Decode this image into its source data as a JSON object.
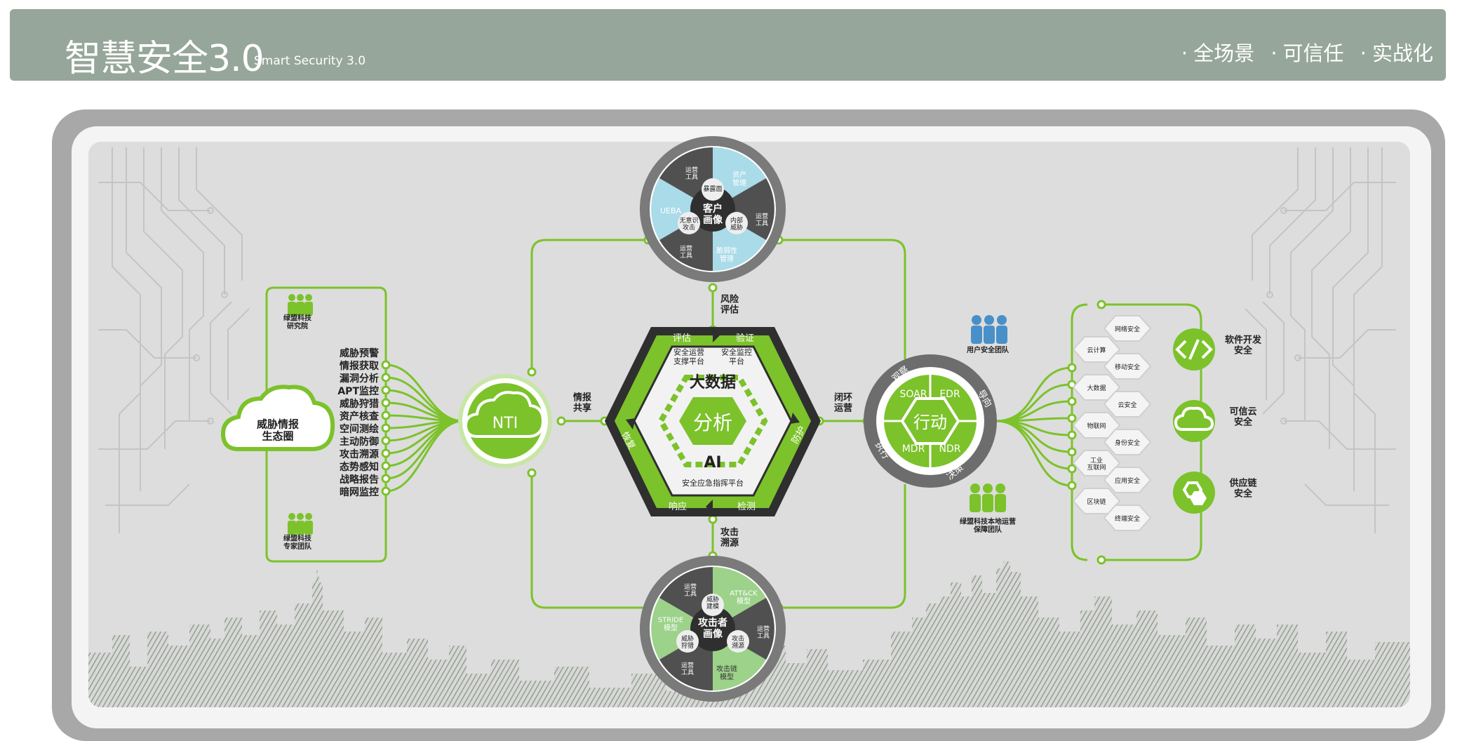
{
  "header": {
    "title": "智慧安全3.0",
    "subtitle": "Smart Security 3.0",
    "tags": [
      "全场景",
      "可信任",
      "实战化"
    ]
  },
  "colors": {
    "header_bg": "#96a69a",
    "accent_green": "#7cc22b",
    "dark_gray": "#555555",
    "frame_gray": "#a9a9a9",
    "light_blue": "#8fd4e6"
  },
  "left": {
    "cloud": "威胁情报\n生态圈",
    "teams": [
      "绿盟科技\n研究院",
      "绿盟科技\n专家团队"
    ],
    "capabilities": [
      "威胁预警",
      "情报获取",
      "漏洞分析",
      "APT监控",
      "威胁狩猎",
      "资产核查",
      "空间测绘",
      "主动防御",
      "攻击溯源",
      "态势感知",
      "战略报告",
      "暗网监控"
    ],
    "nti": "NTI",
    "intel_share": "情报\n共享"
  },
  "top_wheel": {
    "center": "客户\n画像",
    "inner": [
      "暴露面",
      "内部\n威胁",
      "无意识\n攻击"
    ],
    "outer": [
      "运营\n工具",
      "资产\n管理",
      "运营\n工具",
      "脆弱性\n管理",
      "运营\n工具",
      "UEBA"
    ],
    "risk_label": "风险\n评估"
  },
  "bottom_wheel": {
    "center": "攻击者\n画像",
    "inner": [
      "威胁\n建模",
      "攻击\n溯源",
      "威胁\n狩猎"
    ],
    "outer": [
      "运营\n工具",
      "ATT&CK\n模型",
      "运营\n工具",
      "攻击链\n模型",
      "运营\n工具",
      "STRIDE\n模型"
    ],
    "trace_label": "攻击\n溯源"
  },
  "center_hex": {
    "bigdata": "大数据",
    "analysis": "分析",
    "ai": "AI",
    "platform_left": "安全运营\n支撑平台",
    "platform_right": "安全监控\n平台",
    "platform_bottom": "安全应急指挥平台",
    "cycle": [
      "评估",
      "验证",
      "防护",
      "检测",
      "响应",
      "恢复"
    ],
    "closed_loop": "闭环\n运营"
  },
  "action": {
    "center": "行动",
    "tools": [
      "SOAR",
      "EDR",
      "MDR",
      "NDR"
    ],
    "ooda": [
      "观察",
      "导向",
      "决策",
      "执行"
    ],
    "teams": [
      "用户安全团队",
      "绿盟科技本地运营\n保障团队"
    ]
  },
  "right": {
    "scenarios": [
      "云计算",
      "大数据",
      "物联网",
      "工业\n互联网",
      "区块链"
    ],
    "security": [
      "网络安全",
      "移动安全",
      "云安全",
      "身份安全",
      "应用安全",
      "终端安全"
    ],
    "pillars": [
      {
        "icon": "code-icon",
        "label": "软件开发\n安全"
      },
      {
        "icon": "cloud-icon",
        "label": "可信云\n安全"
      },
      {
        "icon": "supply-chain-icon",
        "label": "供应链\n安全"
      }
    ]
  }
}
